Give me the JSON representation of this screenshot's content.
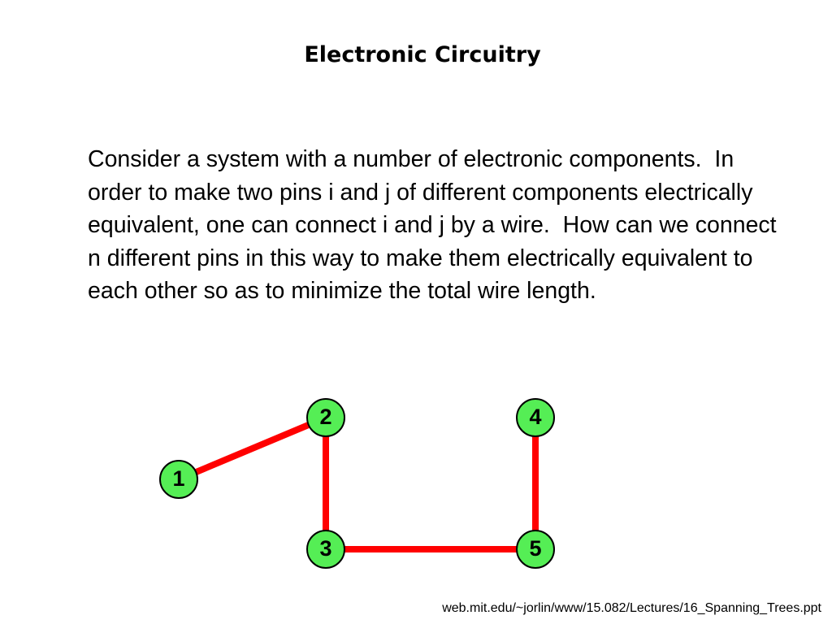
{
  "title": "Electronic Circuitry",
  "body_text": "Consider a system with a number of electronic components.  In order to make two pins i and j of different components electrically equivalent, one can connect i and j by a wire.  How can we connect n different pins in this way to make them electrically equivalent to each other so as to minimize the total wire length.",
  "diagram": {
    "node_fill": "#55ee55",
    "node_stroke": "#000000",
    "edge_color": "#ff0000",
    "nodes": [
      {
        "id": "1",
        "label": "1"
      },
      {
        "id": "2",
        "label": "2"
      },
      {
        "id": "3",
        "label": "3"
      },
      {
        "id": "4",
        "label": "4"
      },
      {
        "id": "5",
        "label": "5"
      }
    ],
    "edges": [
      {
        "from": "1",
        "to": "2"
      },
      {
        "from": "2",
        "to": "3"
      },
      {
        "from": "3",
        "to": "5"
      },
      {
        "from": "4",
        "to": "5"
      }
    ]
  },
  "footer": {
    "source": "web.mit.edu/~jorlin/www/15.082/Lectures/16_Spanning_Trees.ppt"
  }
}
